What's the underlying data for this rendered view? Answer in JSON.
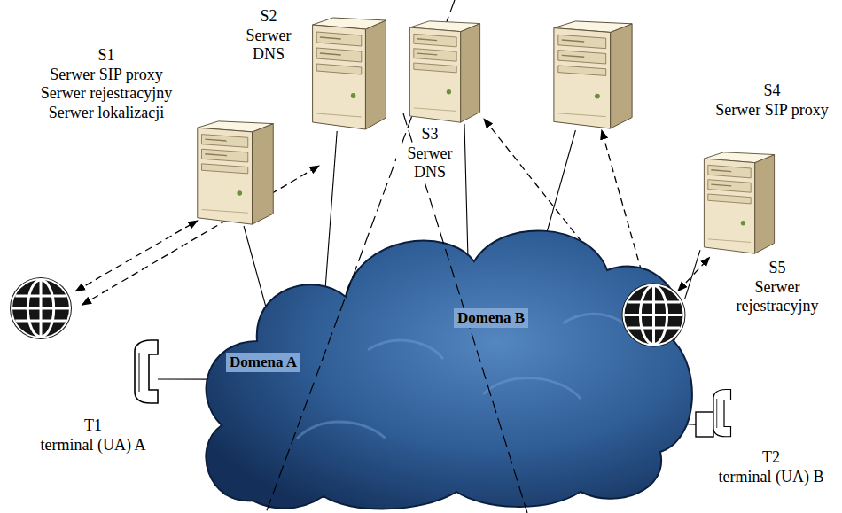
{
  "diagram": {
    "nodes": [
      {
        "text": [
          "S1",
          "Serwer SIP proxy",
          "Serwer rejestracyjny",
          "Serwer lokalizacji"
        ]
      },
      {
        "text": [
          "S2",
          "Serwer DNS"
        ]
      },
      {
        "text": [
          "S3",
          "Serwer DNS"
        ]
      },
      {
        "text": [
          "S4",
          "Serwer SIP proxy"
        ]
      },
      {
        "text": [
          "S5",
          "Serwer rejestracyjny"
        ]
      },
      {
        "text": [
          "T1",
          "terminal (UA) A"
        ]
      },
      {
        "text": [
          "T2",
          "terminal (UA) B"
        ]
      },
      {
        "text": [
          "Domena A",
          "Domena B"
        ]
      }
    ],
    "edges": [
      {
        "from": 5,
        "to": 0,
        "arrow": "both"
      },
      {
        "from": 5,
        "to": 1,
        "arrow": "both"
      },
      {
        "from": 6,
        "to": 2,
        "arrow": "both"
      },
      {
        "from": 6,
        "to": 3,
        "arrow": "both"
      },
      {
        "from": 6,
        "to": 4,
        "arrow": "both"
      },
      {
        "from": 0,
        "to": 7,
        "arrow": "none"
      },
      {
        "from": 1,
        "to": 7,
        "arrow": "none"
      },
      {
        "from": 2,
        "to": 7,
        "arrow": "none"
      },
      {
        "from": 3,
        "to": 7,
        "arrow": "none"
      },
      {
        "from": 4,
        "to": 6,
        "arrow": "none"
      },
      {
        "from": 5,
        "to": 7,
        "arrow": "none"
      },
      {
        "from": 7,
        "to": 6,
        "arrow": "none"
      }
    ]
  }
}
